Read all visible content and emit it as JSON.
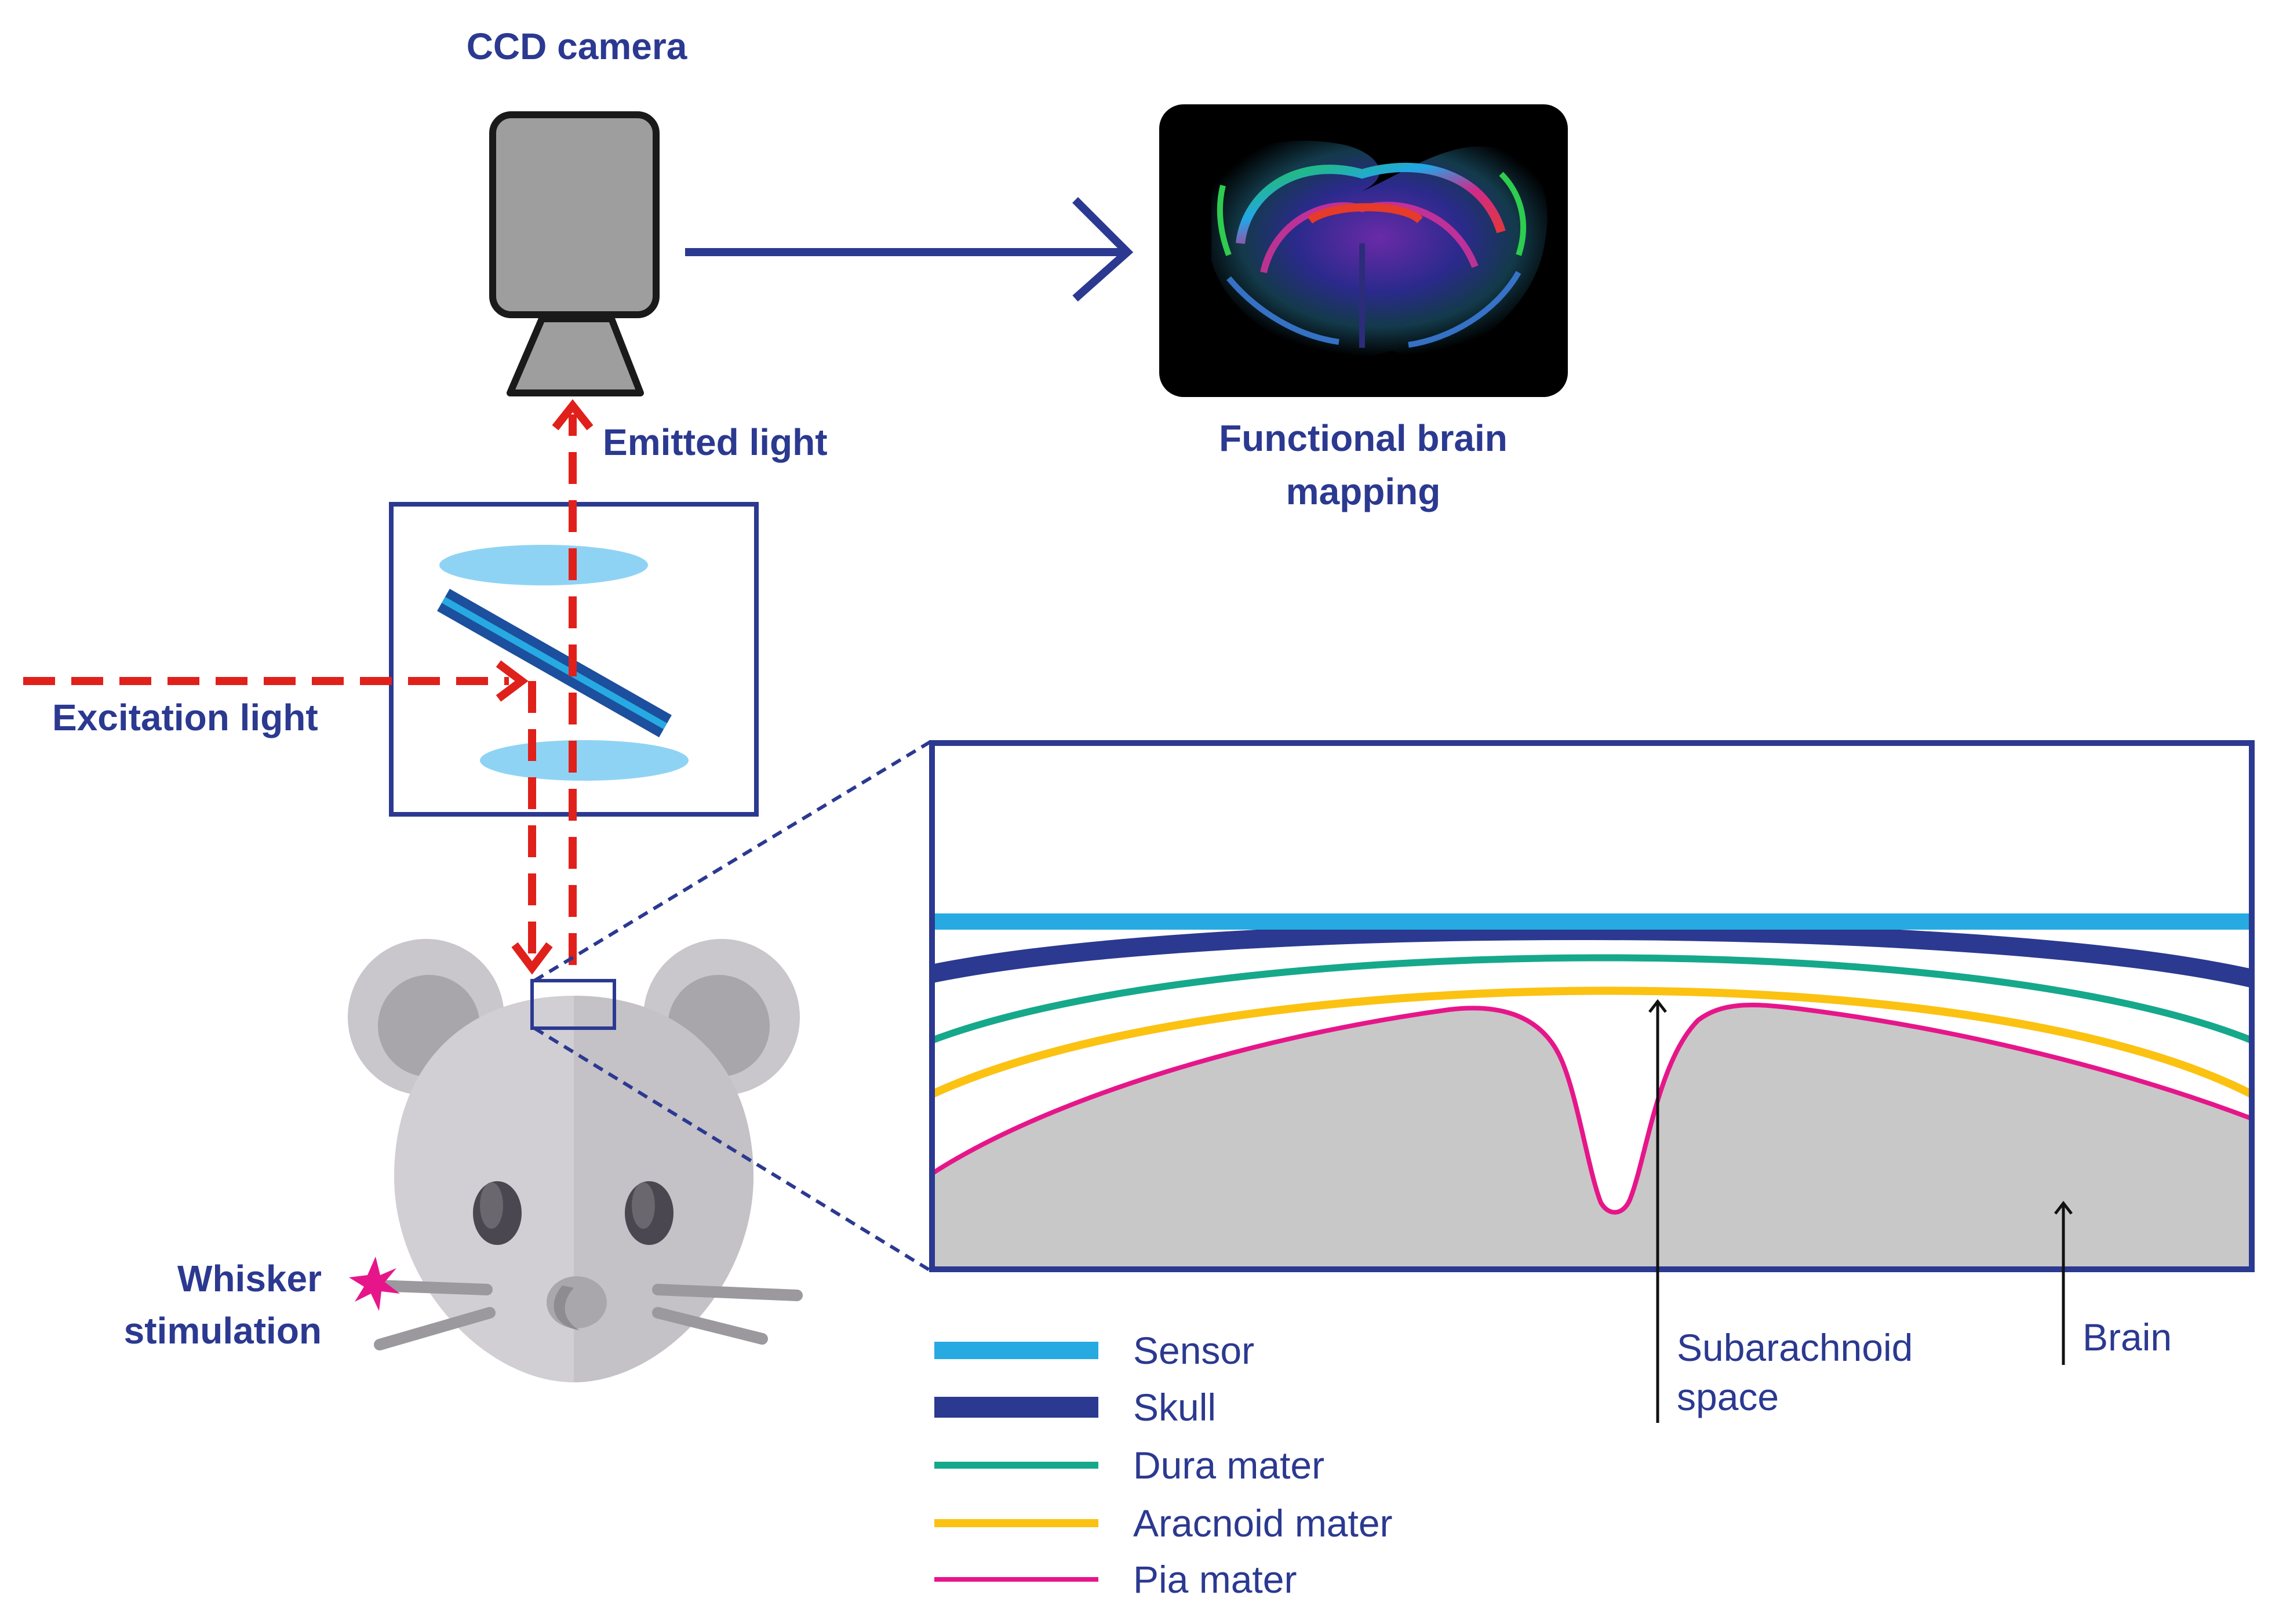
{
  "labels": {
    "ccd_camera": "CCD camera",
    "functional_brain_mapping_line1": "Functional brain",
    "functional_brain_mapping_line2": "mapping",
    "emitted_light": "Emitted light",
    "excitation_light": "Excitation light",
    "whisker_stimulation_line1": "Whisker",
    "whisker_stimulation_line2": "stimulation",
    "subarachnoid_space_line1": "Subarachnoid",
    "subarachnoid_space_line2": "space",
    "brain": "Brain"
  },
  "legend": [
    {
      "label": "Sensor",
      "color": "#27aae1"
    },
    {
      "label": "Skull",
      "color": "#2b3990"
    },
    {
      "label": "Dura mater",
      "color": "#16a88a"
    },
    {
      "label": "Aracnoid mater",
      "color": "#fbc212"
    },
    {
      "label": "Pia mater",
      "color": "#e6168a"
    }
  ],
  "colors": {
    "primary": "#2b3990",
    "light_path": "#e0201b",
    "lens": "#8fd3f4",
    "camera_body": "#9e9e9e",
    "brain_tissue": "#c8c8c8",
    "mouse_head": "#d1cfd4"
  },
  "icons": {
    "camera": "ccd-camera-icon",
    "brain_image": "brain-map-image",
    "mouse": "mouse-head-icon",
    "stimulus": "spark-icon"
  }
}
